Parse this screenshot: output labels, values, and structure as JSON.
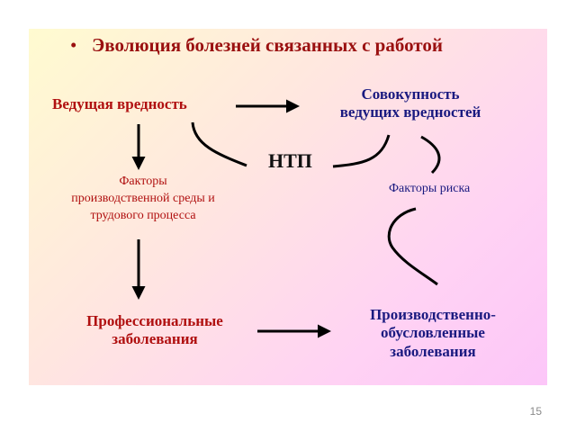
{
  "slide": {
    "title": "Эволюция болезней связанных с работой",
    "page_number": "15"
  },
  "nodes": {
    "leading_hazard": "Ведущая вредность",
    "aggregate_line1": "Совокупность",
    "aggregate_line2": "ведущих вредностей",
    "ntp": "НТП",
    "factors_line1": "Факторы",
    "factors_line2": "производственной среды и",
    "factors_line3": "трудового процесса",
    "risk_factors": "Факторы риска",
    "occupational_line1": "Профессиональные",
    "occupational_line2": "заболевания",
    "work_related_line1": "Производственно-",
    "work_related_line2": "обусловленные",
    "work_related_line3": "заболевания"
  },
  "colors": {
    "red": "#b01010",
    "blue": "#1a1a80",
    "arrow": "#000000"
  }
}
